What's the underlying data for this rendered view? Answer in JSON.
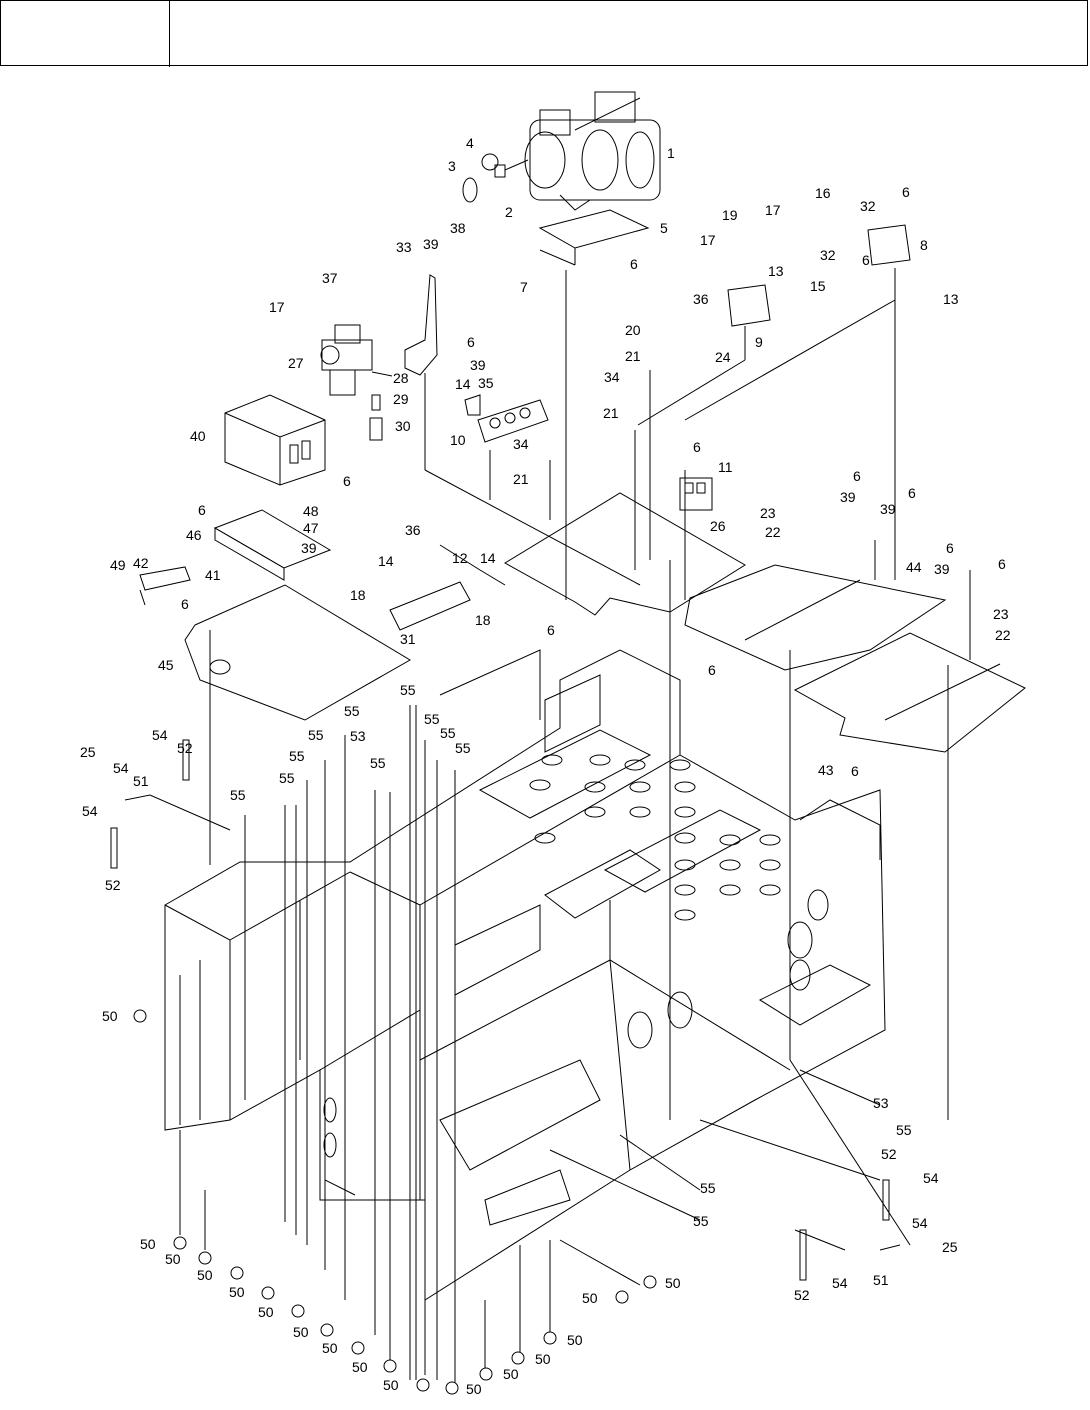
{
  "header": {
    "left_text": "",
    "right_text": ""
  },
  "callouts": [
    {
      "id": "c1",
      "text": "1"
    },
    {
      "id": "c2",
      "text": "2"
    },
    {
      "id": "c3",
      "text": "3"
    },
    {
      "id": "c4",
      "text": "4"
    },
    {
      "id": "c5",
      "text": "5"
    },
    {
      "id": "c6a",
      "text": "6"
    },
    {
      "id": "c7",
      "text": "7"
    },
    {
      "id": "c8",
      "text": "8"
    },
    {
      "id": "c9",
      "text": "9"
    },
    {
      "id": "c10",
      "text": "10"
    },
    {
      "id": "c11",
      "text": "11"
    },
    {
      "id": "c12",
      "text": "12"
    },
    {
      "id": "c13a",
      "text": "13"
    },
    {
      "id": "c13b",
      "text": "13"
    },
    {
      "id": "c14a",
      "text": "14"
    },
    {
      "id": "c14b",
      "text": "14"
    },
    {
      "id": "c14c",
      "text": "14"
    },
    {
      "id": "c15",
      "text": "15"
    },
    {
      "id": "c16",
      "text": "16"
    },
    {
      "id": "c17a",
      "text": "17"
    },
    {
      "id": "c17b",
      "text": "17"
    },
    {
      "id": "c17c",
      "text": "17"
    },
    {
      "id": "c18a",
      "text": "18"
    },
    {
      "id": "c18b",
      "text": "18"
    },
    {
      "id": "c19",
      "text": "19"
    },
    {
      "id": "c20",
      "text": "20"
    },
    {
      "id": "c21a",
      "text": "21"
    },
    {
      "id": "c21b",
      "text": "21"
    },
    {
      "id": "c21c",
      "text": "21"
    },
    {
      "id": "c22a",
      "text": "22"
    },
    {
      "id": "c22b",
      "text": "22"
    },
    {
      "id": "c23a",
      "text": "23"
    },
    {
      "id": "c23b",
      "text": "23"
    },
    {
      "id": "c24",
      "text": "24"
    },
    {
      "id": "c25a",
      "text": "25"
    },
    {
      "id": "c25b",
      "text": "25"
    },
    {
      "id": "c26",
      "text": "26"
    },
    {
      "id": "c27",
      "text": "27"
    },
    {
      "id": "c28",
      "text": "28"
    },
    {
      "id": "c29",
      "text": "29"
    },
    {
      "id": "c30",
      "text": "30"
    },
    {
      "id": "c31",
      "text": "31"
    },
    {
      "id": "c32a",
      "text": "32"
    },
    {
      "id": "c32b",
      "text": "32"
    },
    {
      "id": "c33",
      "text": "33"
    },
    {
      "id": "c34a",
      "text": "34"
    },
    {
      "id": "c34b",
      "text": "34"
    },
    {
      "id": "c35",
      "text": "35"
    },
    {
      "id": "c36a",
      "text": "36"
    },
    {
      "id": "c36b",
      "text": "36"
    },
    {
      "id": "c37",
      "text": "37"
    },
    {
      "id": "c38",
      "text": "38"
    },
    {
      "id": "c39a",
      "text": "39"
    },
    {
      "id": "c39b",
      "text": "39"
    },
    {
      "id": "c39c",
      "text": "39"
    },
    {
      "id": "c39d",
      "text": "39"
    },
    {
      "id": "c39e",
      "text": "39"
    },
    {
      "id": "c39f",
      "text": "39"
    },
    {
      "id": "c40",
      "text": "40"
    },
    {
      "id": "c41",
      "text": "41"
    },
    {
      "id": "c42",
      "text": "42"
    },
    {
      "id": "c43",
      "text": "43"
    },
    {
      "id": "c44",
      "text": "44"
    },
    {
      "id": "c45",
      "text": "45"
    },
    {
      "id": "c46",
      "text": "46"
    },
    {
      "id": "c47",
      "text": "47"
    },
    {
      "id": "c48",
      "text": "48"
    },
    {
      "id": "c49",
      "text": "49"
    },
    {
      "id": "c50a",
      "text": "50"
    },
    {
      "id": "c50b",
      "text": "50"
    },
    {
      "id": "c50c",
      "text": "50"
    },
    {
      "id": "c50d",
      "text": "50"
    },
    {
      "id": "c50e",
      "text": "50"
    },
    {
      "id": "c50f",
      "text": "50"
    },
    {
      "id": "c50g",
      "text": "50"
    },
    {
      "id": "c50h",
      "text": "50"
    },
    {
      "id": "c50i",
      "text": "50"
    },
    {
      "id": "c50j",
      "text": "50"
    },
    {
      "id": "c50k",
      "text": "50"
    },
    {
      "id": "c50l",
      "text": "50"
    },
    {
      "id": "c50m",
      "text": "50"
    },
    {
      "id": "c50n",
      "text": "50"
    },
    {
      "id": "c50o",
      "text": "50"
    },
    {
      "id": "c50p",
      "text": "50"
    },
    {
      "id": "c51a",
      "text": "51"
    },
    {
      "id": "c51b",
      "text": "51"
    },
    {
      "id": "c52a",
      "text": "52"
    },
    {
      "id": "c52b",
      "text": "52"
    },
    {
      "id": "c52c",
      "text": "52"
    },
    {
      "id": "c52d",
      "text": "52"
    },
    {
      "id": "c53a",
      "text": "53"
    },
    {
      "id": "c53b",
      "text": "53"
    },
    {
      "id": "c54a",
      "text": "54"
    },
    {
      "id": "c54b",
      "text": "54"
    },
    {
      "id": "c54c",
      "text": "54"
    },
    {
      "id": "c54d",
      "text": "54"
    },
    {
      "id": "c54e",
      "text": "54"
    },
    {
      "id": "c54f",
      "text": "54"
    },
    {
      "id": "c55a",
      "text": "55"
    },
    {
      "id": "c55b",
      "text": "55"
    },
    {
      "id": "c55c",
      "text": "55"
    },
    {
      "id": "c55d",
      "text": "55"
    },
    {
      "id": "c55e",
      "text": "55"
    },
    {
      "id": "c55f",
      "text": "55"
    },
    {
      "id": "c55g",
      "text": "55"
    },
    {
      "id": "c55h",
      "text": "55"
    },
    {
      "id": "c55i",
      "text": "55"
    },
    {
      "id": "c55j",
      "text": "55"
    },
    {
      "id": "c55k",
      "text": "55"
    },
    {
      "id": "c55l",
      "text": "55"
    },
    {
      "id": "c55m",
      "text": "55"
    },
    {
      "id": "c6b",
      "text": "6"
    },
    {
      "id": "c6c",
      "text": "6"
    },
    {
      "id": "c6d",
      "text": "6"
    },
    {
      "id": "c6e",
      "text": "6"
    },
    {
      "id": "c6f",
      "text": "6"
    },
    {
      "id": "c6g",
      "text": "6"
    },
    {
      "id": "c6h",
      "text": "6"
    },
    {
      "id": "c6i",
      "text": "6"
    },
    {
      "id": "c6j",
      "text": "6"
    },
    {
      "id": "c6k",
      "text": "6"
    },
    {
      "id": "c6l",
      "text": "6"
    },
    {
      "id": "c6m",
      "text": "6"
    },
    {
      "id": "c6n",
      "text": "6"
    },
    {
      "id": "c6o",
      "text": "6"
    }
  ]
}
